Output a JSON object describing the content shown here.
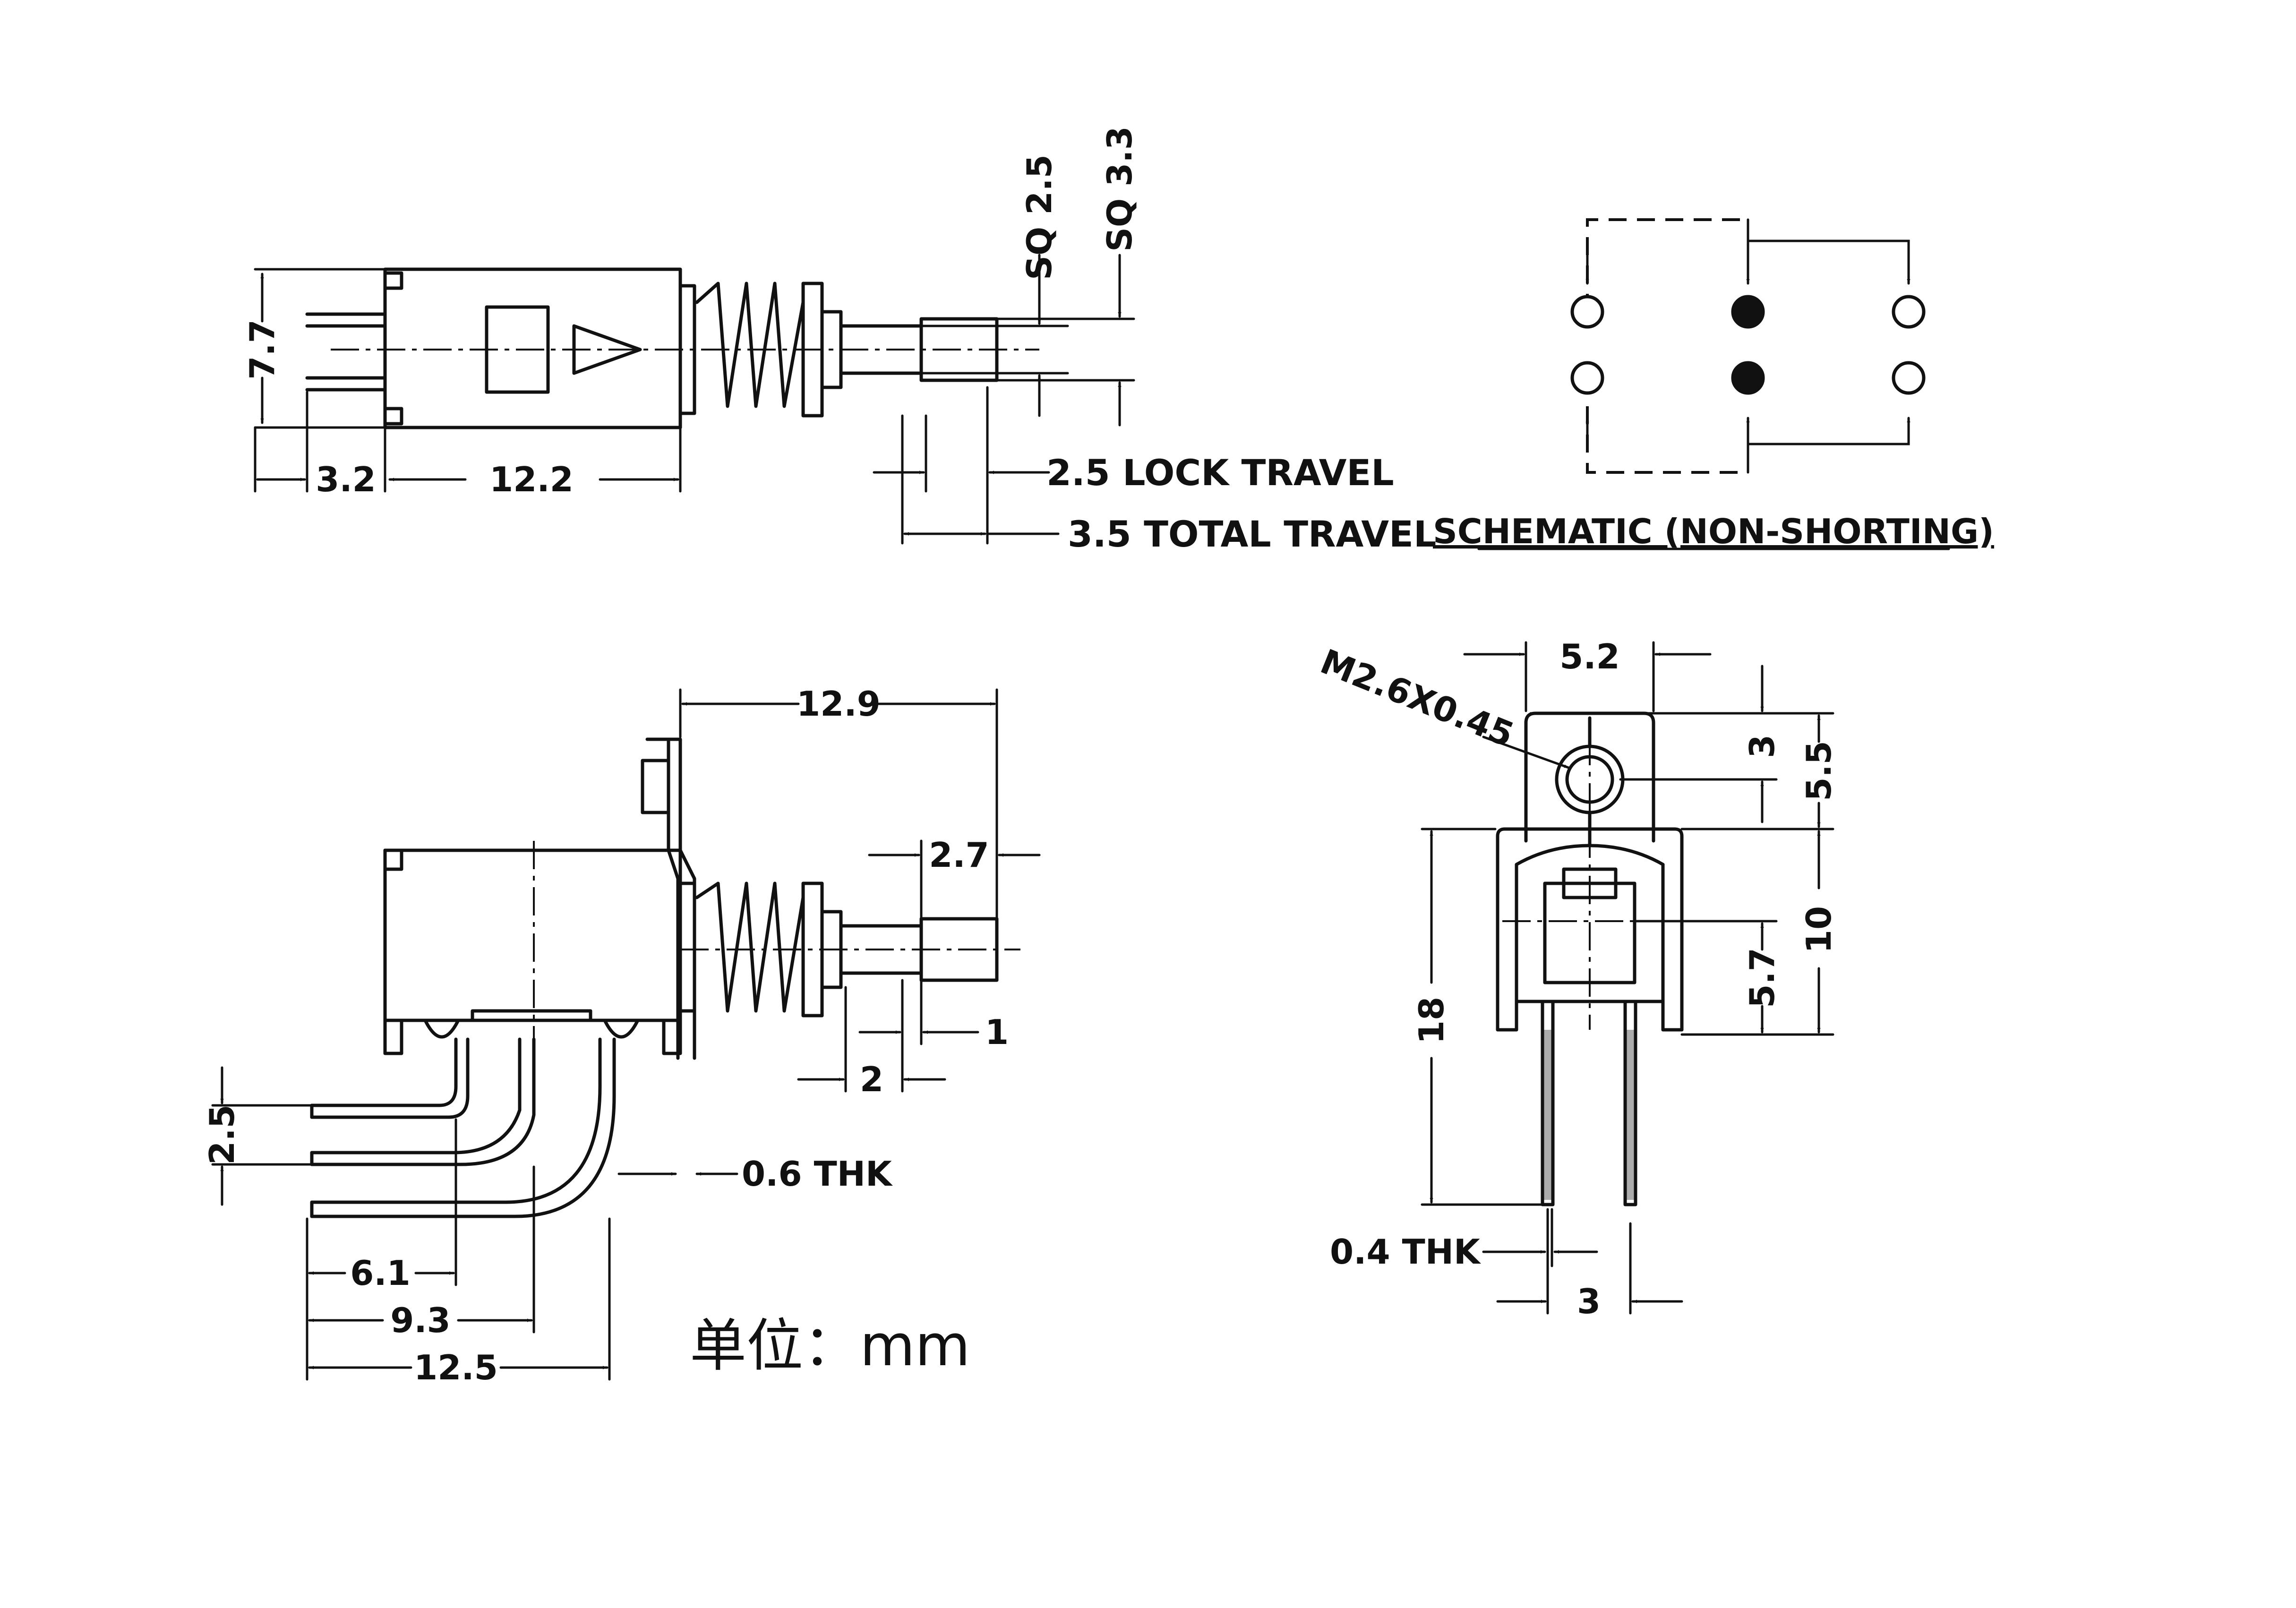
{
  "views": {
    "side": {
      "height": "7.7",
      "terminal_length": "3.2",
      "body_length": "12.2",
      "sq_small": "SQ 2.5",
      "sq_large": "SQ 3.3",
      "lock_travel": "2.5 LOCK TRAVEL",
      "total_travel": "3.5 TOTAL TRAVEL"
    },
    "schematic": {
      "caption": "SCHEMATIC (NON-SHORTING)"
    },
    "right_angle": {
      "overall_length": "12.9",
      "plunger_length": "2.7",
      "dim_2": "2",
      "dim_1": "1",
      "pin_pitch": "2.5",
      "bracket_thickness": "0.6 THK",
      "leg_1": "6.1",
      "leg_2": "9.3",
      "leg_3": "12.5"
    },
    "front": {
      "thread": "M2.6X0.45",
      "width": "5.2",
      "dim_3": "3",
      "dim_5_5": "5.5",
      "dim_10": "10",
      "dim_5_7": "5.7",
      "height": "18",
      "pin_thickness": "0.4 THK",
      "pin_pitch": "3"
    },
    "unit": "单位：mm"
  }
}
